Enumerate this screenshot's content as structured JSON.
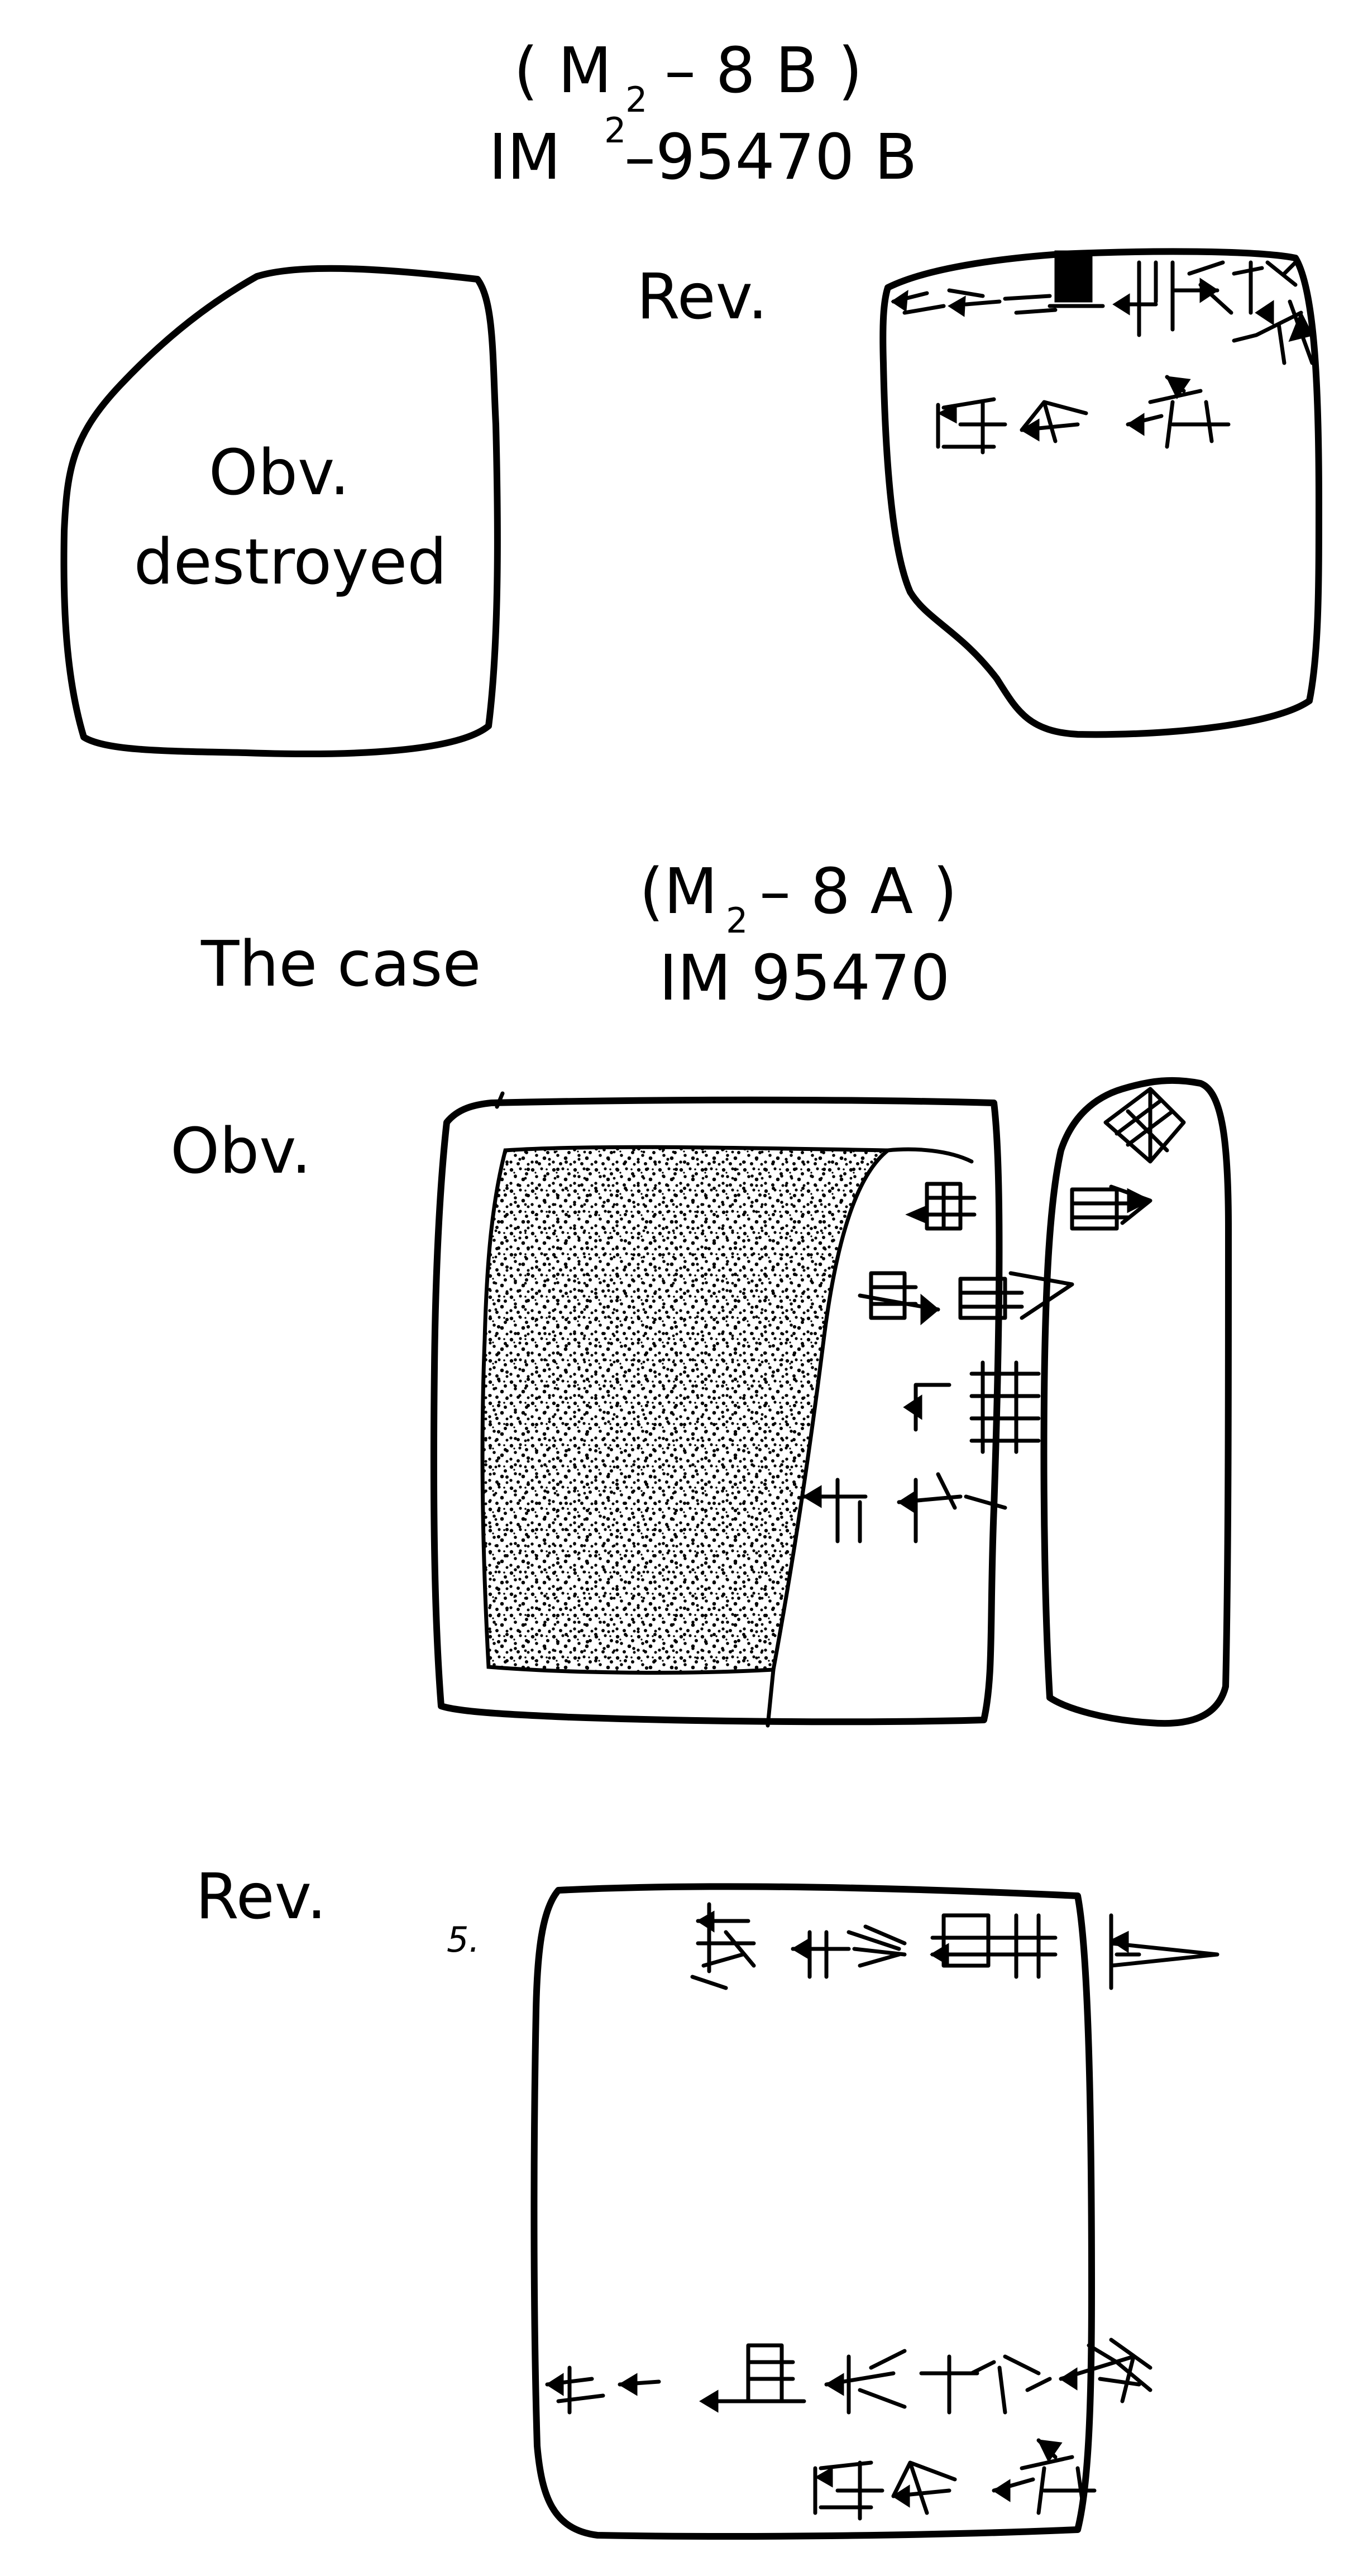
{
  "tablet_b": {
    "label_line1_open": "( M",
    "label_line1_sub": "2",
    "label_line1_rest": "– 8 B )",
    "label_line2_prefix": "IM",
    "label_line2_sup": "2",
    "label_line2_rest": "–95470 B",
    "obverse_line1": "Obv.",
    "obverse_line2": "destroyed",
    "reverse_label": "Rev."
  },
  "case": {
    "heading": "The case",
    "label_line1_open": "(M",
    "label_line1_sub": "2",
    "label_line1_rest": "– 8 A )",
    "label_line2": "IM 95470",
    "obverse_label": "Obv.",
    "reverse_label": "Rev.",
    "line_number": "5."
  }
}
